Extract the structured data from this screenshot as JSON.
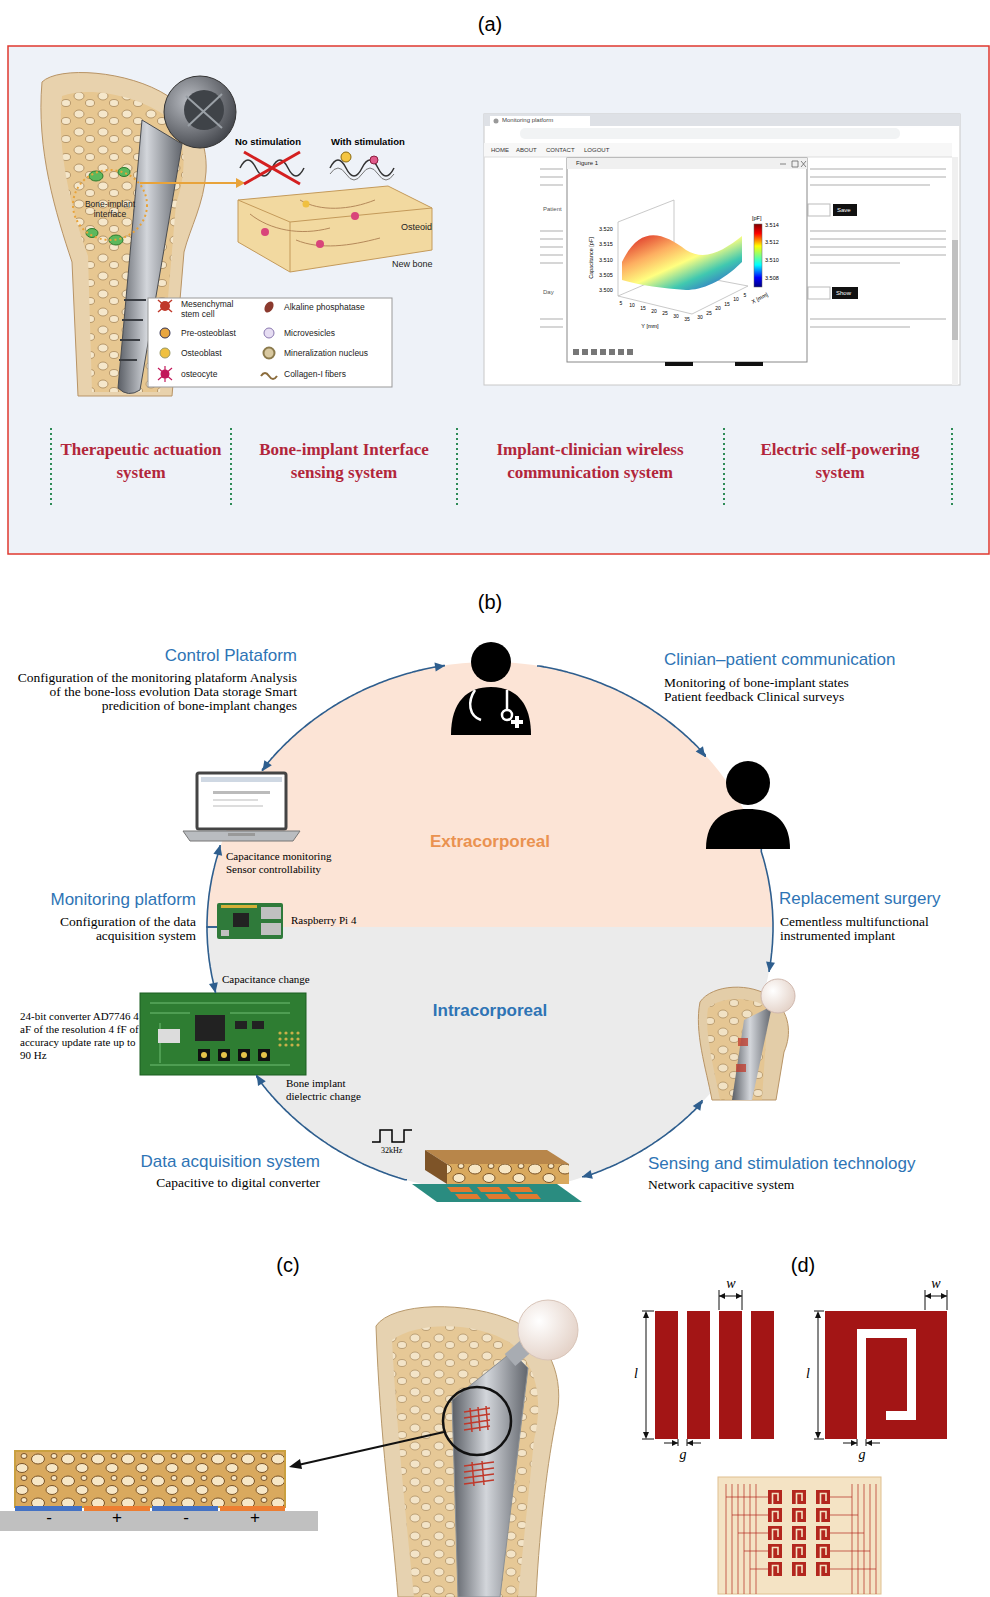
{
  "diagram": {
    "nodes": [
      {
        "text": []
      },
      {
        "text": [
          "Clinian–patient communication",
          "Monitoring of bone-implant states Patient feedback Clinical surveys"
        ]
      },
      {
        "text": [
          "Control Plataform",
          "Configuration of the monitoring plataform Analysis of the bone-loss evolution Data storage Smart predicition of bone-implant changes",
          "Capacitance monitoring Sensor controllability"
        ]
      },
      {
        "text": [
          "Raspberry Pi 4",
          "Monitoring platform",
          "Configuration of the data acquisition system"
        ]
      },
      {
        "text": [
          "Replacement surgery",
          "Cementless multifunctional instrumented implant"
        ]
      },
      {
        "text": [
          "Data acquisition system",
          "Capacitive to digital converter",
          "24-bit converter AD7746 4 aF of the resolution 4 fF of accuracy update rate up to 90 Hz"
        ]
      },
      {
        "text": [
          "Sensing and stimulation technology",
          "Network capacitive system"
        ]
      }
    ],
    "edges": [
      {
        "from": 0,
        "to": 1,
        "arrow": "to"
      },
      {
        "from": 1,
        "to": 4,
        "arrow": "to"
      },
      {
        "from": 4,
        "to": 6,
        "arrow": "both"
      },
      {
        "from": 6,
        "to": 5,
        "arrow": "to",
        "label": "Bone implant dielectric change"
      },
      {
        "from": 3,
        "to": 5,
        "arrow": "to",
        "label": "Capacitance change"
      },
      {
        "from": 3,
        "to": 2,
        "arrow": "to"
      },
      {
        "from": 2,
        "to": 0,
        "arrow": "both"
      }
    ],
    "labels": [
      "(a)",
      "No stimulation",
      "With stimulation",
      "Bone-implant interface",
      "Osteoid",
      "New bone",
      "Monitoring platform",
      "HOME",
      "ABOUT",
      "CONTACT",
      "LOGOUT",
      "Figure 1",
      "Patient",
      "Save",
      "Day",
      "Show",
      "[pF]",
      "3.514",
      "3.512",
      "3.510",
      "3.508",
      "Capacitance [pF]",
      "3.520",
      "3.515",
      "3.510",
      "3.505",
      "3.500",
      "5",
      "10",
      "15",
      "20",
      "25",
      "30",
      "35",
      "Y [mm]",
      "30",
      "25",
      "20",
      "15",
      "10",
      "5",
      "X [mm]",
      "Therapeutic actuation system",
      "Bone-implant Interface sensing system",
      "Implant-clinician wireless communication system",
      "Electric self-powering system",
      "(b)",
      "Extracorporeal",
      "Intracorporeal",
      "32kHz",
      "(c)",
      "-",
      "+",
      "-",
      "+",
      "(d)",
      "w",
      "l",
      "g",
      "w",
      "l",
      "g"
    ],
    "legend": [
      {
        "text": "Mesenchymal stem cell"
      },
      {
        "text": "Pre-osteoblast"
      },
      {
        "text": "Osteoblast"
      },
      {
        "text": "osteocyte"
      },
      {
        "text": "Alkaline phosphatase"
      },
      {
        "text": "Microvesicles"
      },
      {
        "text": "Mineralization nucleus"
      },
      {
        "text": "Collagen-I fibers"
      }
    ]
  }
}
